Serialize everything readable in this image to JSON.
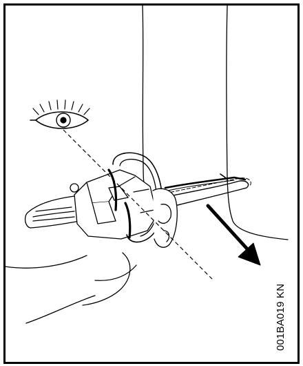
{
  "figure": {
    "code": "001BA019 KN",
    "line_color": "#000000",
    "background_color": "#ffffff",
    "parts": {
      "eye": "eye-icon",
      "arrow": "felling-direction-arrow",
      "chainsaw": "chainsaw",
      "tree": "tree-trunk",
      "sight_line": "dashed-sight-line"
    }
  }
}
